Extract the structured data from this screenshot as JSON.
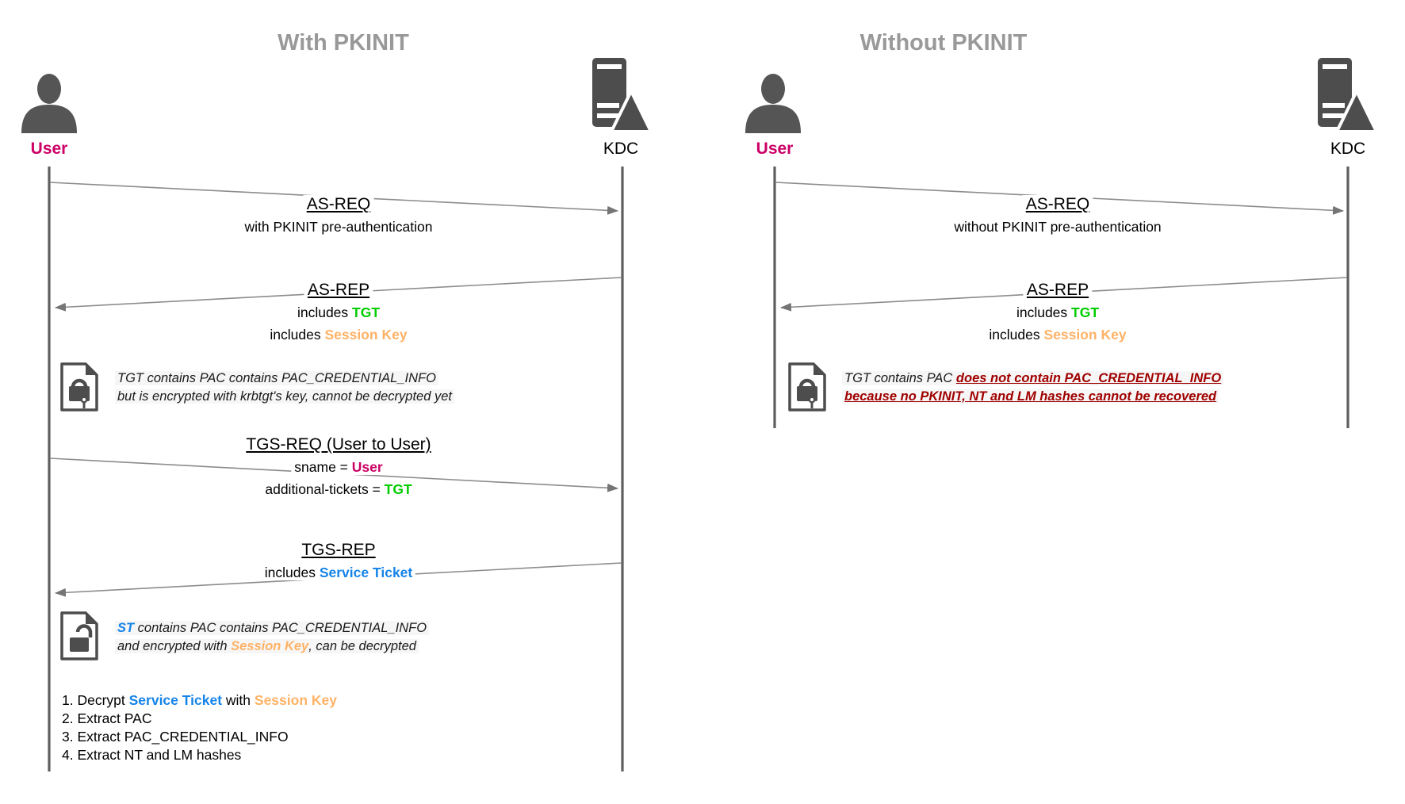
{
  "colors": {
    "title": "#999999",
    "user": "#CC0066",
    "tgt": "#00CC00",
    "session_key": "#FFB266",
    "service_ticket": "#1584E8",
    "danger": "#A00000",
    "line": "#8C8C8C",
    "lifeline": "#5F5F5F",
    "icon": "#4D4D4D"
  },
  "left": {
    "title": "With PKINIT",
    "user_label": "User",
    "kdc_label": "KDC",
    "messages": [
      {
        "title": "AS-REQ",
        "lines": [
          [
            {
              "text": "with PKINIT pre-authentication"
            }
          ]
        ]
      },
      {
        "title": "AS-REP",
        "lines": [
          [
            {
              "text": "includes "
            },
            {
              "text": "TGT",
              "style": "tgt"
            }
          ],
          [
            {
              "text": "includes "
            },
            {
              "text": "Session Key",
              "style": "key"
            }
          ]
        ]
      },
      {
        "title": "TGS-REQ (User to User)",
        "lines": [
          [
            {
              "text": "sname = "
            },
            {
              "text": "User",
              "style": "user"
            }
          ],
          [
            {
              "text": "additional-tickets = "
            },
            {
              "text": "TGT",
              "style": "tgt"
            }
          ]
        ]
      },
      {
        "title": "TGS-REP",
        "lines": [
          [
            {
              "text": "includes "
            },
            {
              "text": "Service Ticket",
              "style": "st"
            }
          ]
        ]
      }
    ],
    "notes": [
      {
        "icon": "locked-document-with-key",
        "lines": [
          [
            {
              "text": "TGT contains PAC contains PAC_CREDENTIAL_INFO"
            }
          ],
          [
            {
              "text": "but is encrypted with krbtgt's key, cannot be decrypted yet"
            }
          ]
        ]
      },
      {
        "icon": "unlocked-document",
        "lines": [
          [
            {
              "text": "ST",
              "style": "st"
            },
            {
              "text": " contains PAC contains PAC_CREDENTIAL_INFO"
            }
          ],
          [
            {
              "text": "and encrypted with "
            },
            {
              "text": "Session Key",
              "style": "key"
            },
            {
              "text": ", can be decrypted"
            }
          ]
        ]
      }
    ],
    "steps": [
      [
        {
          "text": "1. Decrypt "
        },
        {
          "text": "Service Ticket",
          "style": "st"
        },
        {
          "text": " with "
        },
        {
          "text": "Session Key",
          "style": "key"
        }
      ],
      [
        {
          "text": "2. Extract PAC"
        }
      ],
      [
        {
          "text": "3. Extract PAC_CREDENTIAL_INFO"
        }
      ],
      [
        {
          "text": "4. Extract NT and LM hashes"
        }
      ]
    ]
  },
  "right": {
    "title": "Without PKINIT",
    "user_label": "User",
    "kdc_label": "KDC",
    "messages": [
      {
        "title": "AS-REQ",
        "lines": [
          [
            {
              "text": "without PKINIT pre-authentication"
            }
          ]
        ]
      },
      {
        "title": "AS-REP",
        "lines": [
          [
            {
              "text": "includes "
            },
            {
              "text": "TGT",
              "style": "tgt"
            }
          ],
          [
            {
              "text": "includes "
            },
            {
              "text": "Session Key",
              "style": "key"
            }
          ]
        ]
      }
    ],
    "notes": [
      {
        "icon": "locked-document-with-key",
        "lines": [
          [
            {
              "text": "TGT contains PAC "
            },
            {
              "text": "does not contain PAC_CREDENTIAL_INFO",
              "style": "danger"
            }
          ],
          [
            {
              "text": "because no PKINIT, NT and LM hashes cannot be recovered",
              "style": "danger"
            }
          ]
        ]
      }
    ]
  }
}
